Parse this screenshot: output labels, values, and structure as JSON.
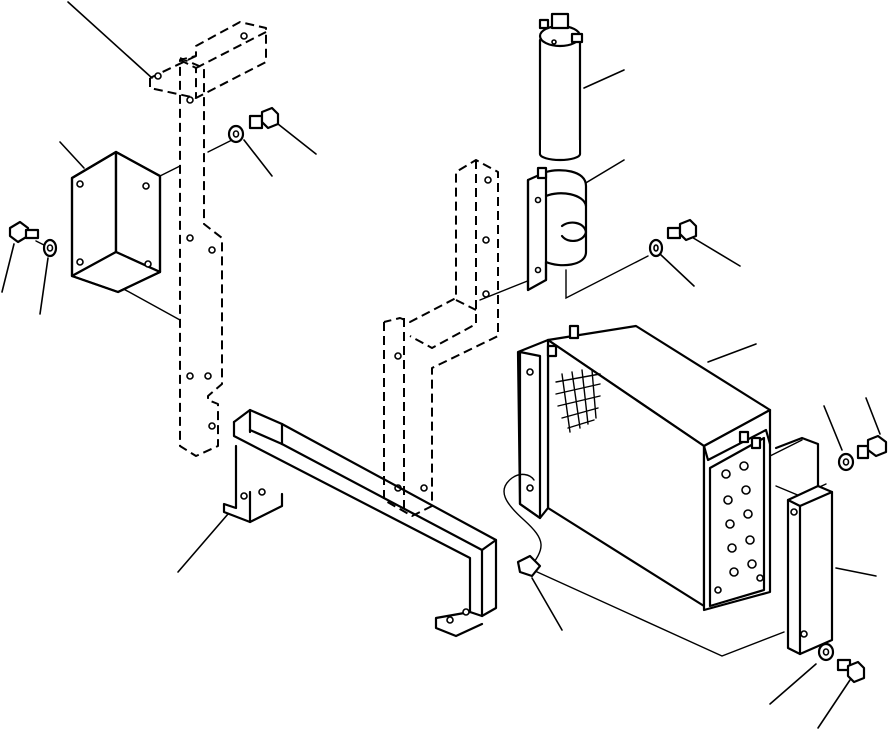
{
  "diagram": {
    "parts": [
      {
        "id": "upper-bracket-left",
        "icon": "bracket-icon"
      },
      {
        "id": "angle-bracket",
        "icon": "angle-bracket-icon"
      },
      {
        "id": "bolt-left",
        "icon": "bolt-icon"
      },
      {
        "id": "washer-left",
        "icon": "washer-icon"
      },
      {
        "id": "bolt-upper",
        "icon": "bolt-icon"
      },
      {
        "id": "washer-upper",
        "icon": "washer-icon"
      },
      {
        "id": "receiver-drier",
        "icon": "cylinder-icon"
      },
      {
        "id": "drier-clamp",
        "icon": "clamp-icon"
      },
      {
        "id": "bolt-clamp",
        "icon": "bolt-icon"
      },
      {
        "id": "washer-clamp",
        "icon": "washer-icon"
      },
      {
        "id": "frame-center",
        "icon": "frame-icon"
      },
      {
        "id": "base-bracket",
        "icon": "base-icon"
      },
      {
        "id": "condenser",
        "icon": "condenser-icon"
      },
      {
        "id": "sensor",
        "icon": "sensor-icon"
      },
      {
        "id": "side-plate",
        "icon": "plate-icon"
      },
      {
        "id": "bolt-right-upper",
        "icon": "bolt-icon"
      },
      {
        "id": "washer-right-upper",
        "icon": "washer-icon"
      },
      {
        "id": "bolt-right-lower",
        "icon": "bolt-icon"
      },
      {
        "id": "washer-right-lower",
        "icon": "washer-icon"
      }
    ]
  }
}
